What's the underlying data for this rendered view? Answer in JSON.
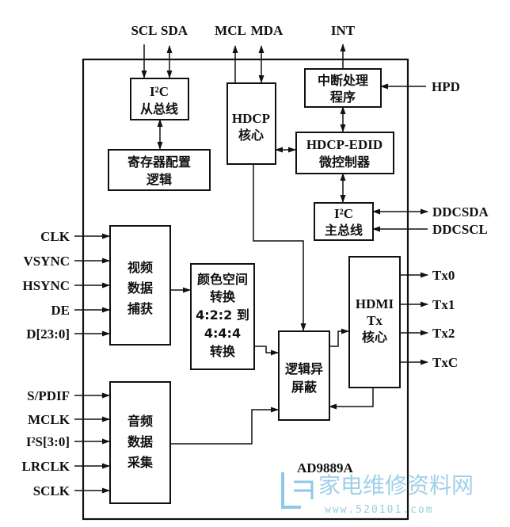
{
  "chip_name": "AD9889A",
  "blocks": {
    "i2c_slave": {
      "line1": "I²C",
      "line2": "从总线"
    },
    "hdcp_core": {
      "line1": "HDCP",
      "line2": "核心"
    },
    "interrupt": {
      "line1": "中断处理",
      "line2": "程序"
    },
    "register_config": {
      "line1": "寄存器配置",
      "line2": "逻辑"
    },
    "hdcp_edid": {
      "line1": "HDCP-EDID",
      "line2": "微控制器"
    },
    "i2c_master": {
      "line1": "I²C",
      "line2": "主总线"
    },
    "video_capture": {
      "line1": "视频",
      "line2": "数据",
      "line3": "捕获"
    },
    "color_space": {
      "line1": "颜色空间",
      "line2": "转换",
      "line3": "4:2:2 到",
      "line4": "4:4:4",
      "line5": "转换"
    },
    "logic_mask": {
      "line1": "逻辑异",
      "line2": "屏蔽"
    },
    "hdmi_tx": {
      "line1": "HDMI",
      "line2": "Tx",
      "line3": "核心"
    },
    "audio_capture": {
      "line1": "音频",
      "line2": "数据",
      "line3": "采集"
    }
  },
  "signals": {
    "scl": "SCL",
    "sda": "SDA",
    "mcl": "MCL",
    "mda": "MDA",
    "int": "INT",
    "hpd": "HPD",
    "ddcsda": "DDCSDA",
    "ddcscl": "DDCSCL",
    "clk": "CLK",
    "vsync": "VSYNC",
    "hsync": "HSYNC",
    "de": "DE",
    "d": "D[23:0]",
    "spdif": "S/PDIF",
    "mclk": "MCLK",
    "i2s": "I²S[3:0]",
    "lrclk": "LRCLK",
    "sclk": "SCLK",
    "tx0": "Tx0",
    "tx1": "Tx1",
    "tx2": "Tx2",
    "txc": "TxC"
  },
  "watermark": {
    "title": "家电维修资料网",
    "url": "www.520101.com"
  }
}
